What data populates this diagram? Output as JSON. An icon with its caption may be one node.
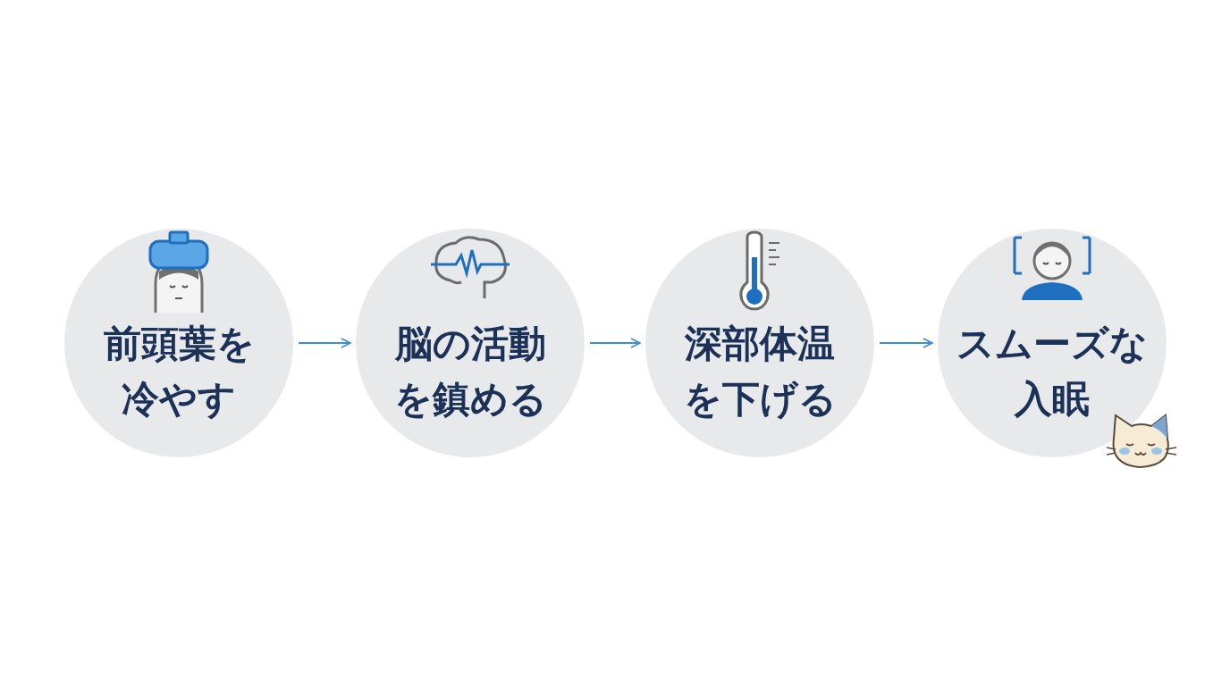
{
  "diagram": {
    "nodes": [
      {
        "text": [
          "前頭葉を冷やす"
        ]
      },
      {
        "text": [
          "脳の活動を鎮める"
        ]
      },
      {
        "text": [
          "深部体温を下げる"
        ]
      },
      {
        "text": [
          "スムーズな入眠"
        ]
      }
    ],
    "edges": [
      {
        "from": 0,
        "to": 1,
        "arrow": "to"
      },
      {
        "from": 1,
        "to": 2,
        "arrow": "to"
      },
      {
        "from": 2,
        "to": 3,
        "arrow": "to"
      }
    ]
  }
}
